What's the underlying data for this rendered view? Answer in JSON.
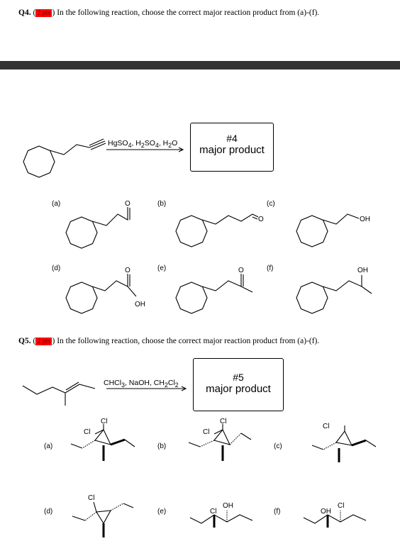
{
  "q4": {
    "num": "Q4.",
    "points": "2 pts",
    "text": "In the following reaction, choose the correct major reaction product from (a)-(f).",
    "reagents": "HgSO4, H2SO4, H2O",
    "box_line1": "#4",
    "box_line2": "major product",
    "options": [
      "(a)",
      "(b)",
      "(c)",
      "(d)",
      "(e)",
      "(f)"
    ]
  },
  "q5": {
    "num": "Q5.",
    "points": "2 pts",
    "text": "In the following reaction, choose the correct major reaction product from (a)-(f).",
    "reagents": "CHCl3, NaOH, CH2Cl2",
    "box_line1": "#5",
    "box_line2": "major product",
    "options": [
      "(a)",
      "(b)",
      "(c)",
      "(d)",
      "(e)",
      "(f)"
    ]
  },
  "atoms": {
    "o": "O",
    "oh": "OH",
    "cl": "Cl"
  }
}
